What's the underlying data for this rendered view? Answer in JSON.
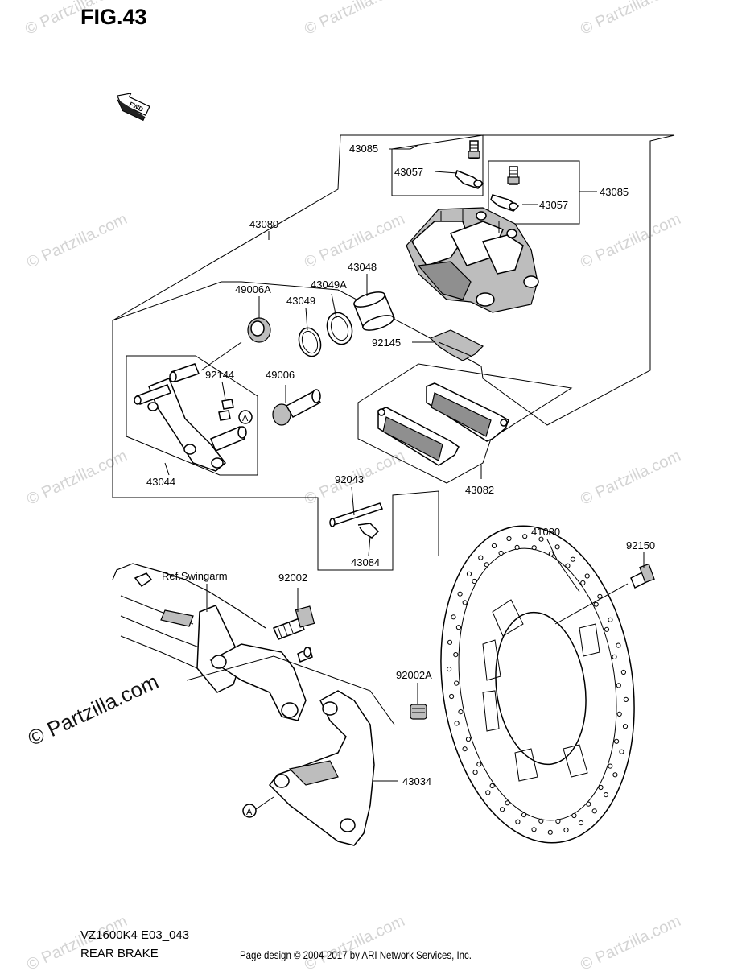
{
  "title": "FIG.43",
  "fwd_label": "FWD",
  "ref_label": "Ref.Swingarm",
  "ref_marker": "A",
  "parts": {
    "p43085a": "43085",
    "p43057a": "43057",
    "p43057b": "43057",
    "p43085b": "43085",
    "p43080": "43080",
    "p43048": "43048",
    "p43049a": "43049A",
    "p43049": "43049",
    "p49006a": "49006A",
    "p92145": "92145",
    "p92144": "92144",
    "p49006": "49006",
    "p43044": "43044",
    "p92043": "92043",
    "p43082": "43082",
    "p43084": "43084",
    "p41080": "41080",
    "p92150": "92150",
    "p92002": "92002",
    "p92002a": "92002A",
    "p43034": "43034"
  },
  "footer": {
    "model_code": "VZ1600K4 E03_043",
    "section_name": "REAR BRAKE",
    "credit": "Page design © 2004-2017 by ARI Network Services, Inc."
  },
  "watermark": "© Partzilla.com",
  "watermark_main": "© Partzilla.com"
}
